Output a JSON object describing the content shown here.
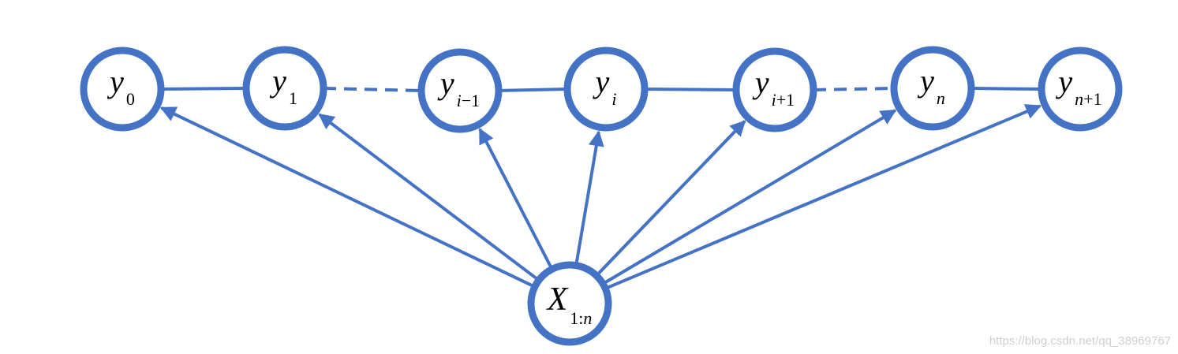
{
  "colors": {
    "node_stroke": "#4472C4",
    "edge": "#4472C4",
    "text": "#000000",
    "watermark": "#d0d0d0"
  },
  "nodes": [
    {
      "id": "y0",
      "main": "y",
      "sub": "0",
      "sub_italic": false
    },
    {
      "id": "y1",
      "main": "y",
      "sub": "1",
      "sub_italic": false
    },
    {
      "id": "yi-1",
      "main": "y",
      "sub_parts": [
        {
          "text": "i",
          "italic": true
        },
        {
          "text": "−1",
          "italic": false
        }
      ]
    },
    {
      "id": "yi",
      "main": "y",
      "sub_parts": [
        {
          "text": "i",
          "italic": true
        }
      ]
    },
    {
      "id": "yi+1",
      "main": "y",
      "sub_parts": [
        {
          "text": "i",
          "italic": true
        },
        {
          "text": "+1",
          "italic": false
        }
      ]
    },
    {
      "id": "yn",
      "main": "y",
      "sub_parts": [
        {
          "text": "n",
          "italic": true
        }
      ]
    },
    {
      "id": "yn+1",
      "main": "y",
      "sub_parts": [
        {
          "text": "n",
          "italic": true
        },
        {
          "text": "+1",
          "italic": false
        }
      ]
    },
    {
      "id": "x",
      "main": "X",
      "sub_parts": [
        {
          "text": "1:",
          "italic": false
        },
        {
          "text": "n",
          "italic": true
        }
      ]
    }
  ],
  "chain_edges": [
    {
      "from": "y0",
      "to": "y1",
      "style": "solid"
    },
    {
      "from": "y1",
      "to": "yi-1",
      "style": "dashed"
    },
    {
      "from": "yi-1",
      "to": "yi",
      "style": "solid"
    },
    {
      "from": "yi",
      "to": "yi+1",
      "style": "solid"
    },
    {
      "from": "yi+1",
      "to": "yn",
      "style": "dashed"
    },
    {
      "from": "yn",
      "to": "yn+1",
      "style": "solid"
    }
  ],
  "arrow_edges": [
    {
      "from": "x",
      "to": "y0"
    },
    {
      "from": "x",
      "to": "y1"
    },
    {
      "from": "x",
      "to": "yi-1"
    },
    {
      "from": "x",
      "to": "yi"
    },
    {
      "from": "x",
      "to": "yi+1"
    },
    {
      "from": "x",
      "to": "yn"
    },
    {
      "from": "x",
      "to": "yn+1"
    }
  ],
  "watermark": "https://blog.csdn.net/qq_38969767"
}
